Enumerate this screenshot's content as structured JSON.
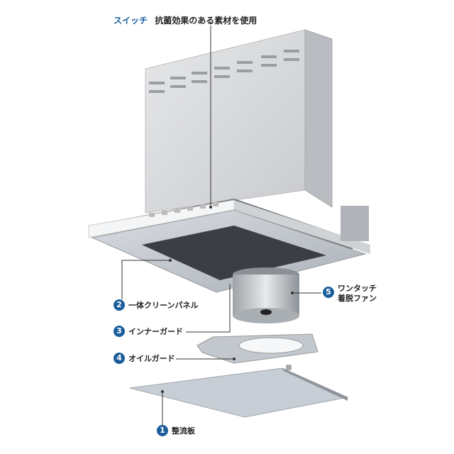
{
  "header": {
    "switch_label": "スイッチ",
    "switch_desc": "抗菌効果のある素材を使用"
  },
  "parts": [
    {
      "num": "1",
      "label": "整流板"
    },
    {
      "num": "2",
      "label": "一体クリーンパネル"
    },
    {
      "num": "3",
      "label": "インナーガード"
    },
    {
      "num": "4",
      "label": "オイルガード"
    },
    {
      "num": "5",
      "label_line1": "ワンタッチ",
      "label_line2": "着脱ファン"
    }
  ],
  "colors": {
    "accent": "#1b5e9c",
    "text": "#222222"
  }
}
